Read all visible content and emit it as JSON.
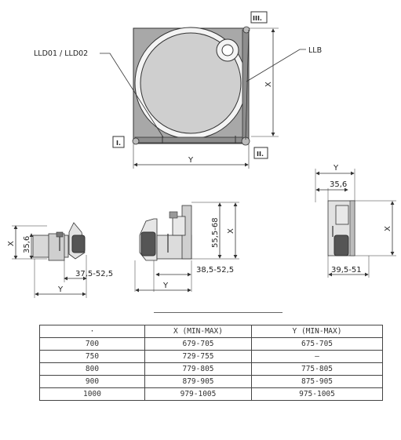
{
  "plan": {
    "label_lldo": "LLD01 / LLD02",
    "label_llb": "LLB",
    "marker_1": "I.",
    "marker_2": "II.",
    "marker_3": "III.",
    "dim_x": "X",
    "dim_y": "Y"
  },
  "section_1": {
    "dim_x": "X",
    "dim_y": "Y",
    "dim_height": "35,6",
    "dim_range": "37,5-52,5"
  },
  "section_2": {
    "dim_x": "X",
    "dim_y": "Y",
    "dim_height": "55,5-68",
    "dim_range": "38,5-52,5"
  },
  "section_3": {
    "dim_x": "X",
    "dim_y": "Y",
    "dim_width": "35,6",
    "dim_range": "39,5-51"
  },
  "table": {
    "headers": [
      "·",
      "X (MIN-MAX)",
      "Y (MIN-MAX)"
    ],
    "rows": [
      [
        "700",
        "679-705",
        "675-705"
      ],
      [
        "750",
        "729-755",
        "–"
      ],
      [
        "800",
        "779-805",
        "775-805"
      ],
      [
        "900",
        "879-905",
        "875-905"
      ],
      [
        "1000",
        "979-1005",
        "975-1005"
      ]
    ]
  },
  "colors": {
    "line": "#333333",
    "fill_dark": "#9a9a9a",
    "fill_light": "#cfcfcf",
    "fill_mid": "#b5b5b5"
  }
}
